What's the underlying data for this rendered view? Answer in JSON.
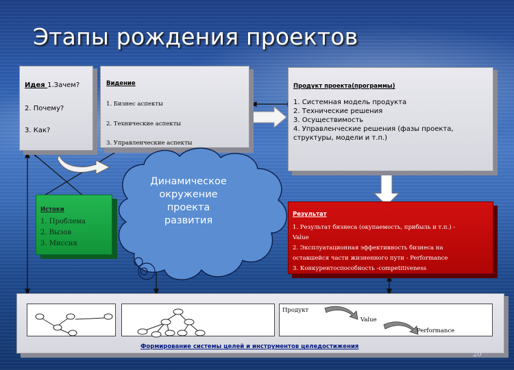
{
  "title": "Этапы рождения проектов",
  "idea": {
    "heading": "Идея ",
    "q1": "1.Зачем?",
    "q2": "2. Почему?",
    "q3": "3. Как?"
  },
  "vision": {
    "heading": "Видение",
    "items": [
      "1. Бизнес аспекты",
      "2. Технические аспекты",
      "3. Управленческие аспекты"
    ]
  },
  "product": {
    "heading": "Продукт проекта(программы)",
    "items": [
      "1. Системная модель продукта",
      "2. Технические решения",
      "3. Осуществимость",
      "4. Управленческие решения (фазы проекта,",
      "структуры, модели и т.п.)"
    ]
  },
  "sources": {
    "heading": "Истоки",
    "items": [
      "1. Проблема",
      "2. Вызов",
      "3. Миссия"
    ]
  },
  "cloud": {
    "line1": "Динамическое",
    "line2": "окружение",
    "line3": "проекта",
    "line4": "развития"
  },
  "result": {
    "heading": "Результат",
    "items": [
      "1. Результат бизнеса (окупаемость, прибыль и т.п.) -",
      "Value",
      "2. Эксплуатационная эффективность бизнеса на",
      "оставшейся части жизненного пути - Performance",
      "3. Конкурентоспособность -competitiveness"
    ]
  },
  "bottom": {
    "caption": "Формирование системы целей и инструментов целедостижения",
    "product_label": "Продукт",
    "value_label": "Value",
    "performance_label": "Performance"
  },
  "page_number": "20",
  "colors": {
    "green": "#1aa64a",
    "red": "#c40a0a",
    "grey": "#d8d8e0"
  }
}
